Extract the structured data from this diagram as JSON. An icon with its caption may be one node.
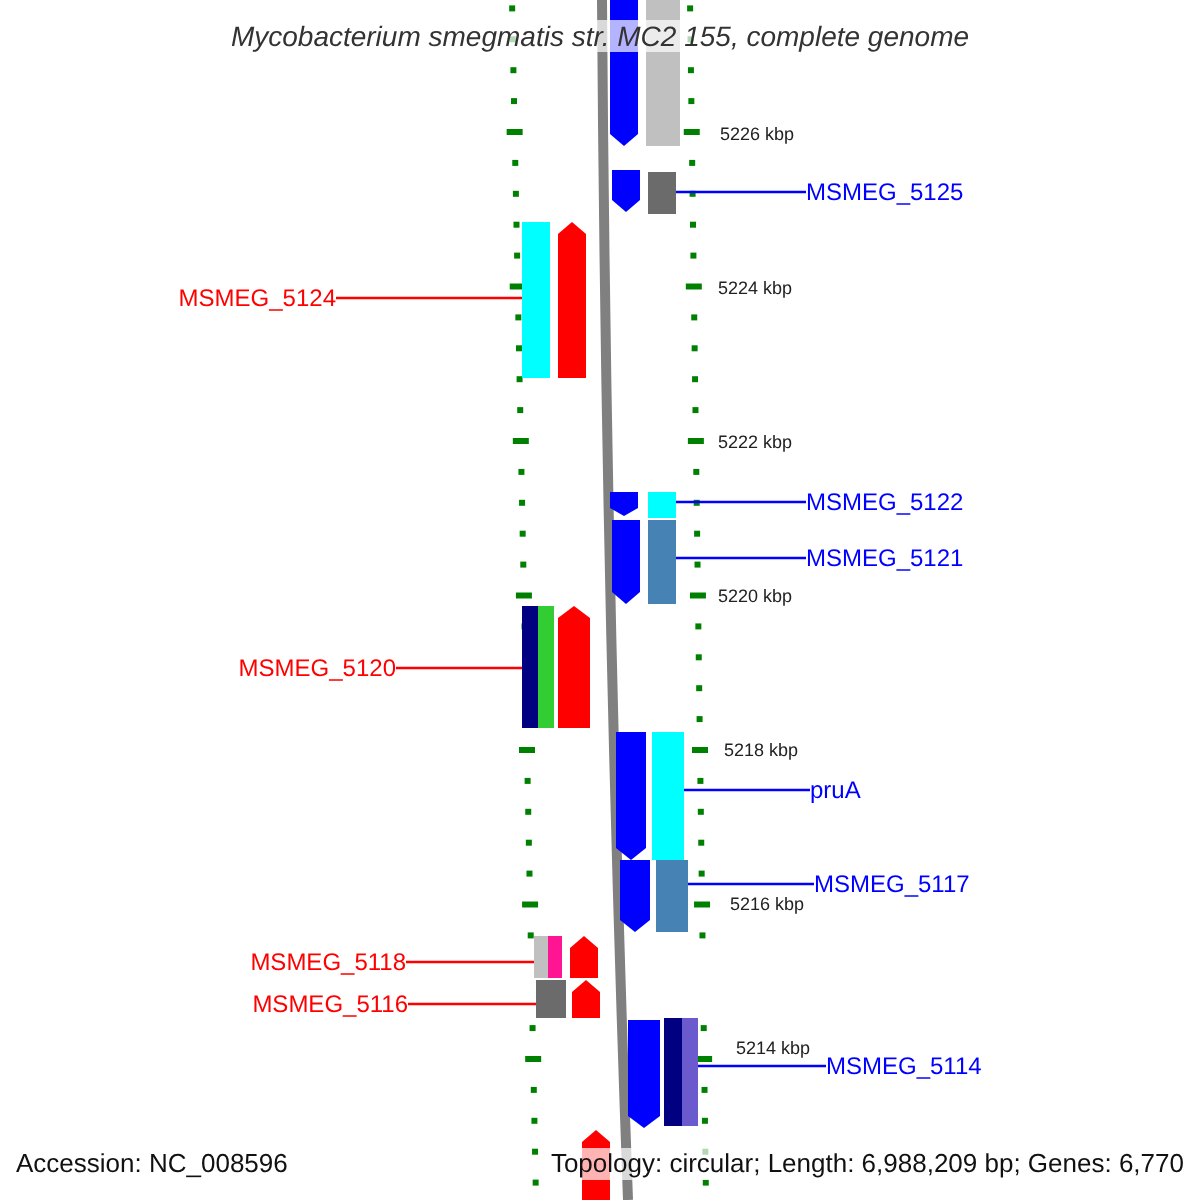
{
  "diagram": {
    "title": "Mycobacterium smegmatis str. MC2 155, complete genome",
    "nodes": [
      {
        "text": [
          "MSMEG_5125"
        ]
      },
      {
        "text": [],
        "shape": "bar"
      },
      {
        "text": [
          "MSMEG_5124"
        ]
      },
      {
        "text": [],
        "shape": "bar"
      },
      {
        "text": [
          "MSMEG_5122"
        ]
      },
      {
        "text": [],
        "shape": "bar"
      },
      {
        "text": [
          "MSMEG_5121"
        ]
      },
      {
        "text": [],
        "shape": "bar"
      },
      {
        "text": [
          "MSMEG_5120"
        ]
      },
      {
        "text": [],
        "shape": "bar"
      },
      {
        "text": [
          "pruA"
        ]
      },
      {
        "text": [],
        "shape": "bar"
      },
      {
        "text": [
          "MSMEG_5117"
        ]
      },
      {
        "text": [],
        "shape": "bar"
      },
      {
        "text": [
          "MSMEG_5118"
        ]
      },
      {
        "text": [],
        "shape": "bar"
      },
      {
        "text": [
          "MSMEG_5116"
        ]
      },
      {
        "text": [],
        "shape": "bar"
      },
      {
        "text": [
          "MSMEG_5114"
        ]
      },
      {
        "text": [],
        "shape": "bar"
      }
    ],
    "edges": [
      {
        "from": 0,
        "to": 1,
        "arrow": "none"
      },
      {
        "from": 2,
        "to": 3,
        "arrow": "none",
        "color": "#ff0000"
      },
      {
        "from": 4,
        "to": 5,
        "arrow": "none"
      },
      {
        "from": 6,
        "to": 7,
        "arrow": "none"
      },
      {
        "from": 8,
        "to": 9,
        "arrow": "none",
        "color": "#ff0000"
      },
      {
        "from": 10,
        "to": 11,
        "arrow": "none"
      },
      {
        "from": 12,
        "to": 13,
        "arrow": "none"
      },
      {
        "from": 14,
        "to": 15,
        "arrow": "none",
        "color": "#ff0000"
      },
      {
        "from": 16,
        "to": 17,
        "arrow": "none",
        "color": "#ff0000"
      },
      {
        "from": 18,
        "to": 19,
        "arrow": "none"
      }
    ],
    "labels": [
      "5226 kbp",
      "5224 kbp",
      "5222 kbp",
      "5220 kbp",
      "5218 kbp",
      "5216 kbp",
      "5214 kbp",
      "Accession: NC_008596",
      "Topology: circular; Length: 6,988,209 bp; Genes: 6,770"
    ]
  }
}
